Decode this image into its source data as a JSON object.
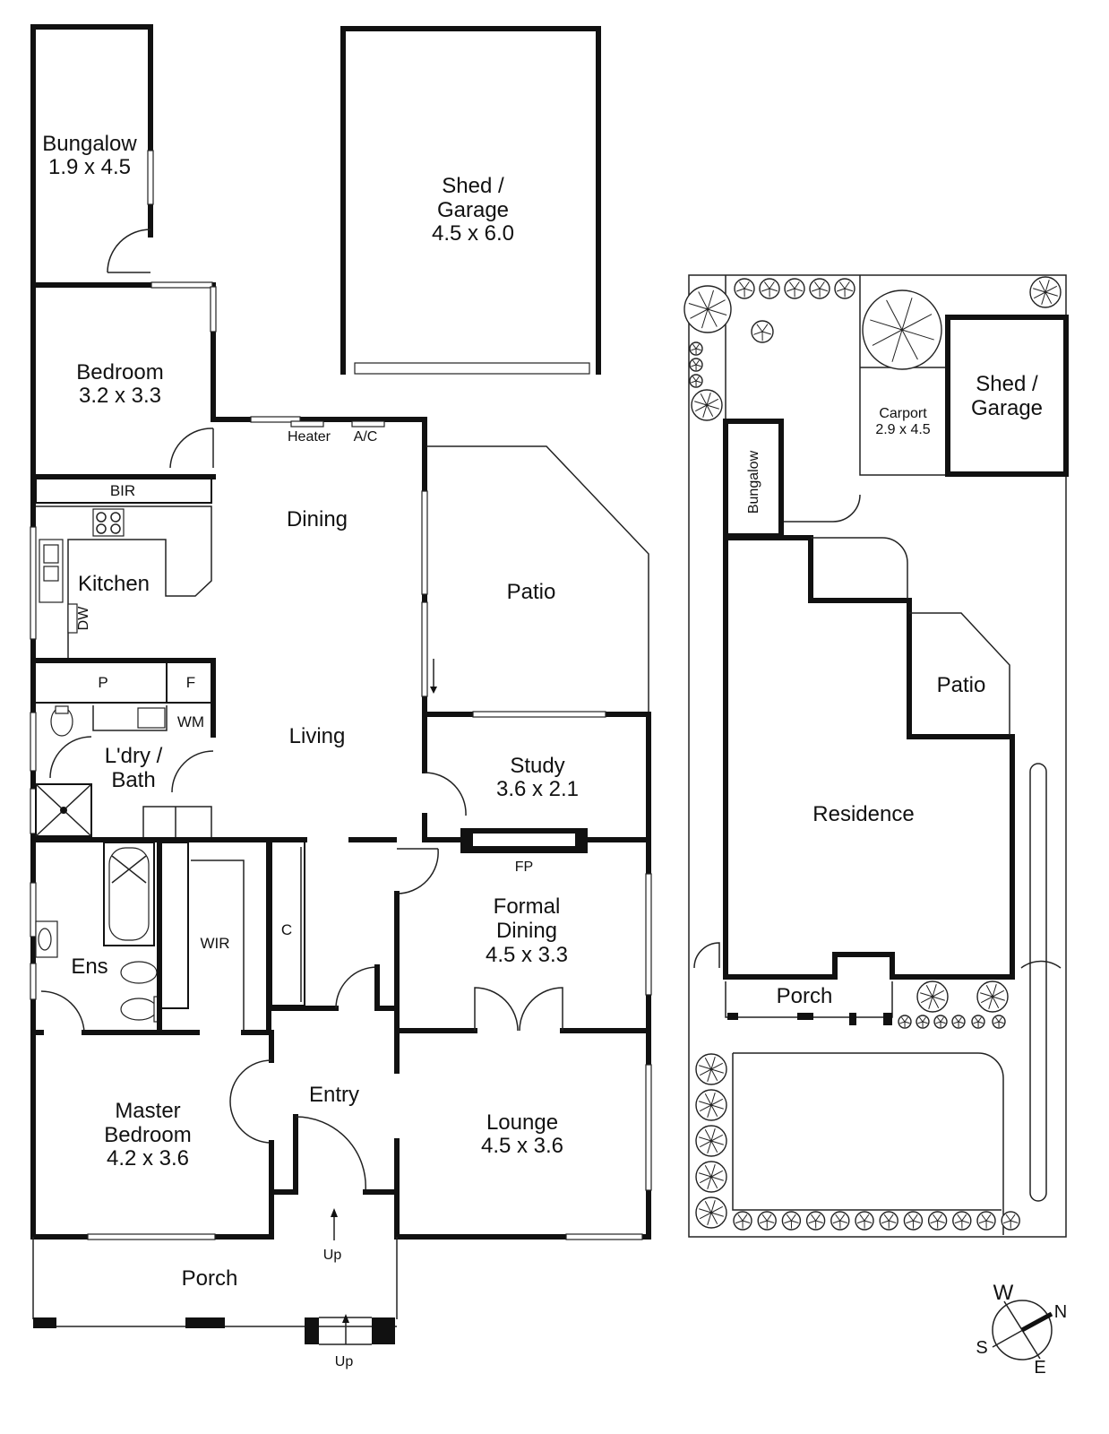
{
  "plan": {
    "rooms": {
      "bungalow": {
        "name": "Bungalow",
        "size": "1.9 x 4.5"
      },
      "shed": {
        "name1": "Shed /",
        "name2": "Garage",
        "size": "4.5 x 6.0"
      },
      "bedroom": {
        "name": "Bedroom",
        "size": "3.2 x 3.3"
      },
      "heater": "Heater",
      "ac": "A/C",
      "bir": "BIR",
      "dining": "Dining",
      "kitchen": "Kitchen",
      "dw": "DW",
      "patio": "Patio",
      "pantry": "P",
      "fridge": "F",
      "wm": "WM",
      "living": "Living",
      "laundry": {
        "name1": "L'dry /",
        "name2": "Bath"
      },
      "study": {
        "name": "Study",
        "size": "3.6 x 2.1"
      },
      "fp": "FP",
      "formal_dining": {
        "name1": "Formal",
        "name2": "Dining",
        "size": "4.5 x 3.3"
      },
      "wir": "WIR",
      "cupboard": "C",
      "ensuite": "Ens",
      "entry": "Entry",
      "master": {
        "name1": "Master",
        "name2": "Bedroom",
        "size": "4.2 x 3.6"
      },
      "lounge": {
        "name": "Lounge",
        "size": "4.5 x 3.6"
      },
      "porch": "Porch",
      "up1": "Up",
      "up2": "Up"
    }
  },
  "site": {
    "shed1": "Shed /",
    "shed2": "Garage",
    "carport": "Carport",
    "carport_size": "2.9 x 4.5",
    "bungalow": "Bungalow",
    "patio": "Patio",
    "residence": "Residence",
    "porch": "Porch"
  },
  "compass": {
    "w": "W",
    "n": "N",
    "s": "S",
    "e": "E"
  }
}
